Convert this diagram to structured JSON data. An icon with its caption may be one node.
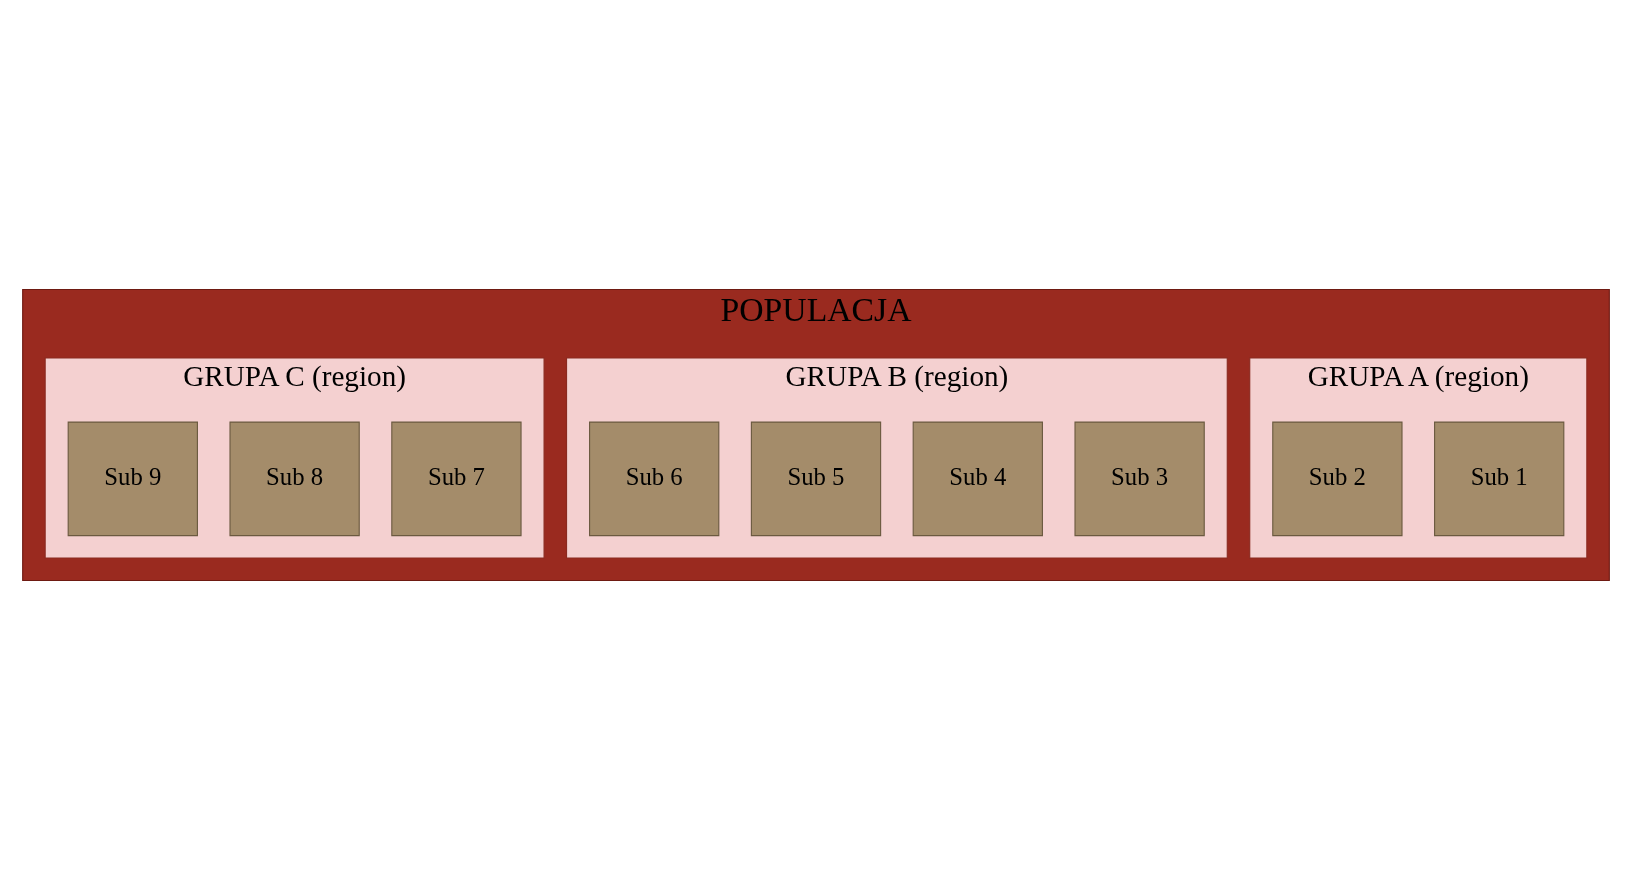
{
  "diagram": {
    "nodes": [
      {
        "text": [
          "POPULACJA"
        ]
      },
      {
        "text": [
          "GRUPA A (region)"
        ],
        "in": 0
      },
      {
        "text": [
          "Sub 1"
        ],
        "in": 1
      },
      {
        "text": [
          "Sub 2"
        ],
        "in": 1
      },
      {
        "text": [
          "GRUPA B (region)"
        ],
        "in": 0
      },
      {
        "text": [
          "Sub 3"
        ],
        "in": 4
      },
      {
        "text": [
          "Sub 4"
        ],
        "in": 4
      },
      {
        "text": [
          "Sub 5"
        ],
        "in": 4
      },
      {
        "text": [
          "Sub 6"
        ],
        "in": 4
      },
      {
        "text": [
          "GRUPA C (region)"
        ],
        "in": 0
      },
      {
        "text": [
          "Sub 7"
        ],
        "in": 9
      },
      {
        "text": [
          "Sub 8"
        ],
        "in": 9
      },
      {
        "text": [
          "Sub 9"
        ],
        "in": 9
      }
    ]
  }
}
